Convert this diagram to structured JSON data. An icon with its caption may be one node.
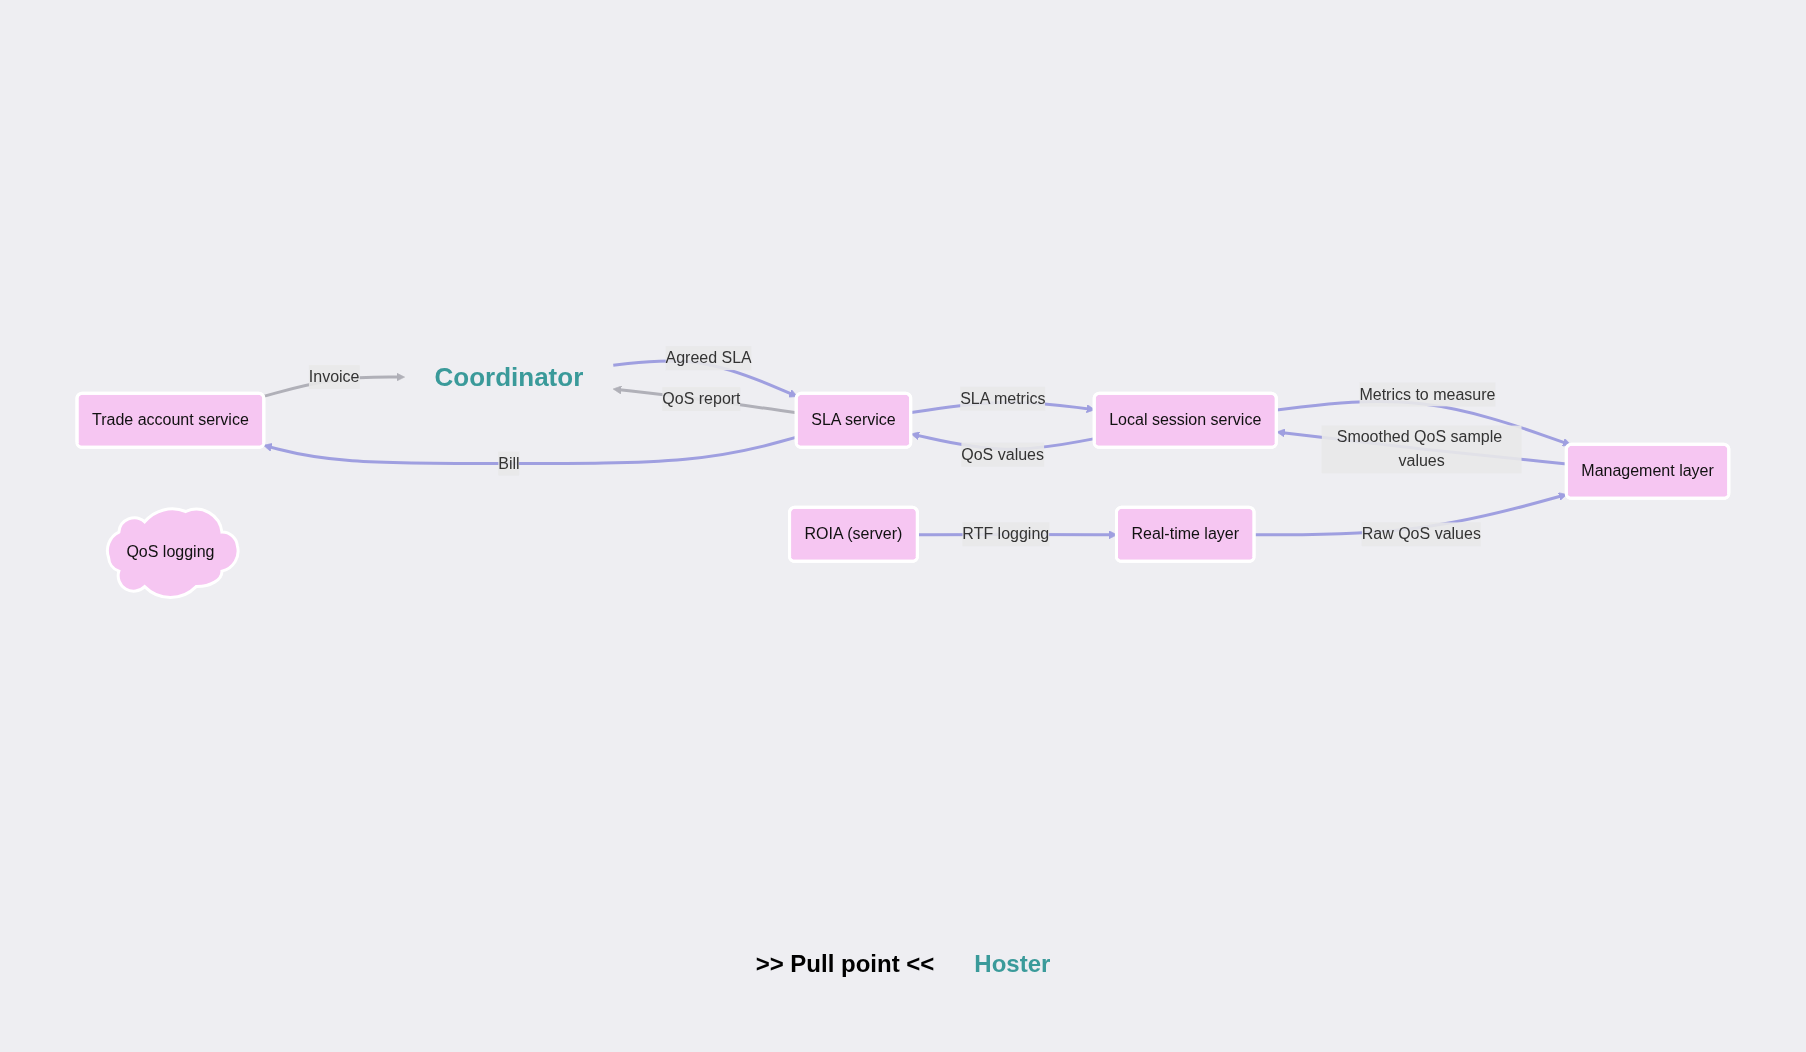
{
  "diagram": {
    "nodes": [
      {
        "text": [
          "Trade account service"
        ]
      },
      {
        "text": [
          "SLA service"
        ]
      },
      {
        "text": [
          "Local session service"
        ]
      },
      {
        "text": [
          "Real-time layer"
        ]
      },
      {
        "text": [
          "Management layer"
        ]
      },
      {
        "text": [
          "ROIA (server)"
        ]
      },
      {
        "text": [
          "QoS logging"
        ]
      },
      {
        "text": [
          "Coordinator"
        ]
      }
    ],
    "edges": [
      {
        "from": 1,
        "to": 0,
        "arrow": "to",
        "label": "Bill"
      },
      {
        "from": 1,
        "to": 2,
        "arrow": "to",
        "label": "SLA metrics"
      },
      {
        "from": 2,
        "to": 1,
        "arrow": "to",
        "label": "QoS values"
      },
      {
        "from": 4,
        "to": 2,
        "arrow": "to",
        "label": "Smoothed QoS sample values"
      },
      {
        "from": 2,
        "to": 4,
        "arrow": "to",
        "label": "Metrics to measure"
      },
      {
        "from": 3,
        "to": 4,
        "arrow": "to",
        "label": "Raw QoS values"
      },
      {
        "from": 5,
        "to": 3,
        "arrow": "to",
        "label": "RTF logging"
      },
      {
        "from": 0,
        "to": 7,
        "arrow": "to",
        "label": "Invoice",
        "color": "#b0b0b8"
      },
      {
        "from": 1,
        "to": 7,
        "arrow": "to",
        "label": "QoS report",
        "color": "#b0b0b8"
      },
      {
        "from": 7,
        "to": 1,
        "arrow": "to",
        "label": "Agreed SLA"
      }
    ],
    "labels": [
      ">> Pull point <<",
      "Hoster"
    ]
  }
}
